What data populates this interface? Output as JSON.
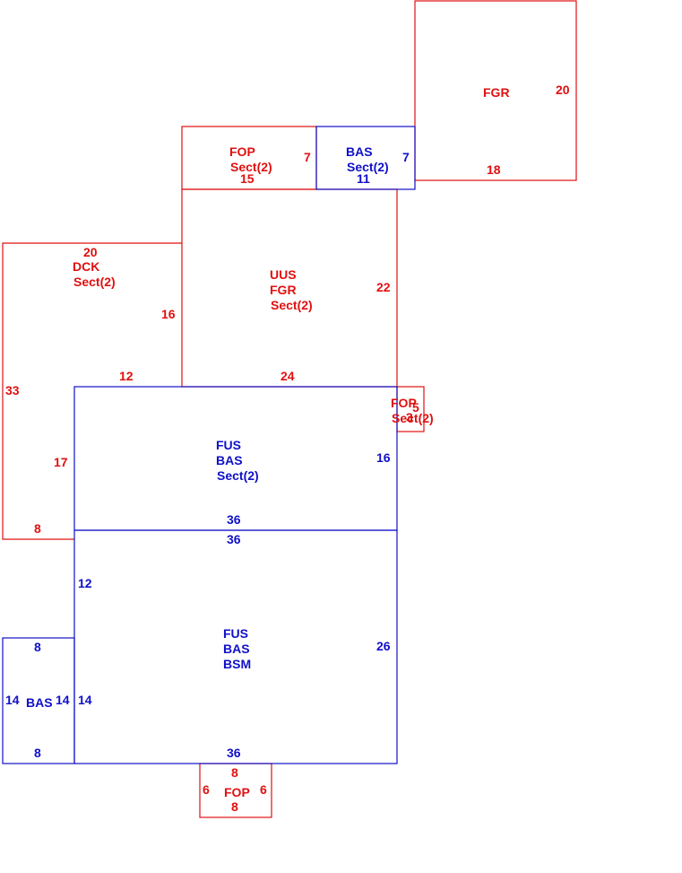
{
  "colors": {
    "red": "#e01010",
    "blue": "#1010c8"
  },
  "sections": {
    "fgr_top": {
      "line1": "FGR",
      "dim_right": "20",
      "dim_bottom": "18"
    },
    "fop_top": {
      "line1": "FOP",
      "line2": "Sect(2)",
      "dim_right": "7",
      "dim_bottom": "15"
    },
    "bas_top": {
      "line1": "BAS",
      "line2": "Sect(2)",
      "dim_right": "7",
      "dim_bottom": "11"
    },
    "dck": {
      "line1": "DCK",
      "line2": "Sect(2)",
      "dim_top": "20",
      "dim_right": "16",
      "dim_left": "33",
      "dim_inner_top": "12",
      "dim_inner_left": "17",
      "dim_bottom": "8"
    },
    "uus_fgr": {
      "line1": "UUS",
      "line2": "FGR",
      "line3": "Sect(2)",
      "dim_right": "22",
      "dim_bottom": "24"
    },
    "fop_right": {
      "line1": "FOP",
      "line2": "Sect(2)",
      "dim_a": "5",
      "dim_b": "3"
    },
    "fus_bas_sect2": {
      "line1": "FUS",
      "line2": "BAS",
      "line3": "Sect(2)",
      "dim_right": "16",
      "dim_bottom": "36"
    },
    "fus_bas_bsm": {
      "line1": "FUS",
      "line2": "BAS",
      "line3": "BSM",
      "dim_top": "36",
      "dim_left": "12",
      "dim_right": "26",
      "dim_bottom": "36",
      "dim_left_low": "14"
    },
    "bas_small": {
      "line1": "BAS",
      "dim_top": "8",
      "dim_left": "14",
      "dim_right": "14",
      "dim_bottom": "8"
    },
    "fop_bottom": {
      "line1": "FOP",
      "dim_top": "8",
      "dim_left": "6",
      "dim_right": "6",
      "dim_bottom": "8"
    }
  }
}
